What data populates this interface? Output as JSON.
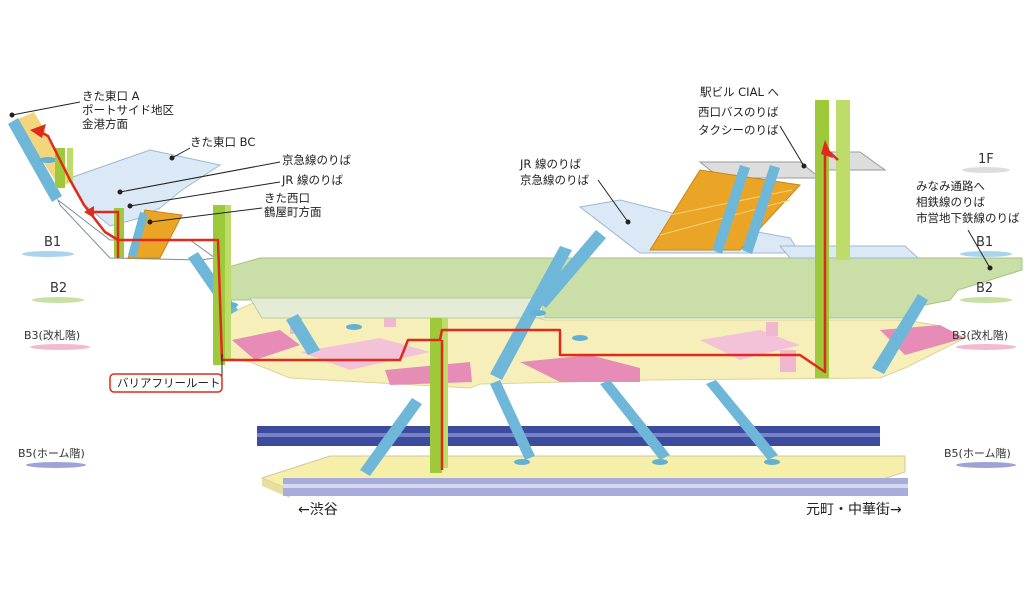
{
  "levels": {
    "f1": "1F",
    "b1_left": "B1",
    "b1_right": "B1",
    "b2_left": "B2",
    "b2_right": "B2",
    "b3_left": "B3(改札階)",
    "b3_right": "B3(改札階)",
    "b5_left": "B5(ホーム階)",
    "b5_right": "B5(ホーム階)"
  },
  "labels": {
    "north_east_a": [
      "きた東口 A",
      "ポートサイド地区",
      "金港方面"
    ],
    "north_east_bc": "きた東口 BC",
    "keikyu_left": "京急線のりば",
    "jr_left": "JR 線のりば",
    "north_west": [
      "きた西口",
      "鶴屋町方面"
    ],
    "jr_keikyu_center": [
      "JR 線のりば",
      "京急線のりば"
    ],
    "cial": [
      "駅ビル CIAL へ",
      "西口バスのりば",
      "タクシーのりば"
    ],
    "south": [
      "みなみ通路へ",
      "相鉄線のりば",
      "市営地下鉄線のりば"
    ],
    "barrier_free": "バリアフリールート"
  },
  "directions": {
    "shibuya": "←渋谷",
    "motomachi": "元町・中華街→"
  },
  "colors": {
    "route": "#e02a1d",
    "escalator": "#6fb7d9",
    "elevator": "#9dc93b",
    "stairs": "#eba526",
    "b1_floor": "#dbe9f6",
    "b2_floor": "#c9dfa7",
    "b3_floor": "#f7efb9",
    "b3_pink": "#e68cb6",
    "b5_floor": "#f5efa9",
    "train_dark": "#3d4b9e",
    "train_light": "#a7acdc"
  }
}
